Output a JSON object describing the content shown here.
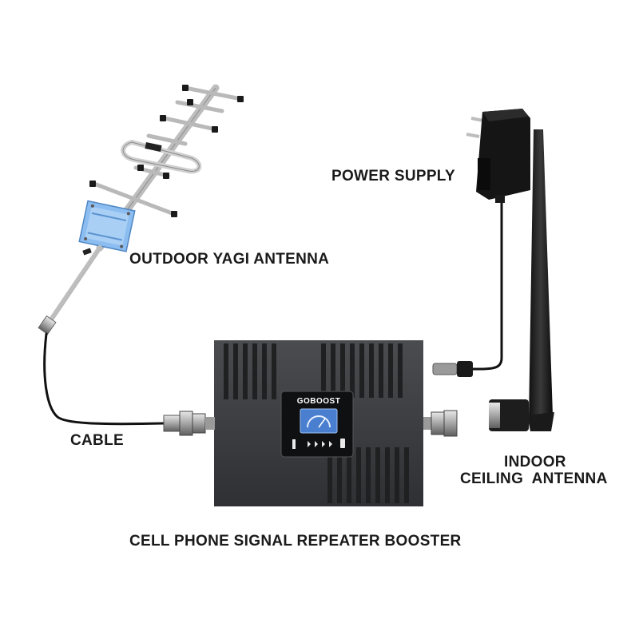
{
  "labels": {
    "power_supply": "POWER SUPPLY",
    "outdoor_antenna": "OUTDOOR YAGI ANTENNA",
    "cable": "CABLE",
    "indoor_line1": "INDOOR",
    "indoor_line2": "CEILING  ANTENNA",
    "booster": "CELL PHONE SIGNAL REPEATER BOOSTER"
  },
  "device": {
    "brand": "GOBOOST"
  },
  "colors": {
    "booster_body": "#3b3d40",
    "display_blue": "#4a7fd0",
    "yagi_panel": "#7fb3e8",
    "metal": "#c9c9c9",
    "cable": "#111111"
  }
}
